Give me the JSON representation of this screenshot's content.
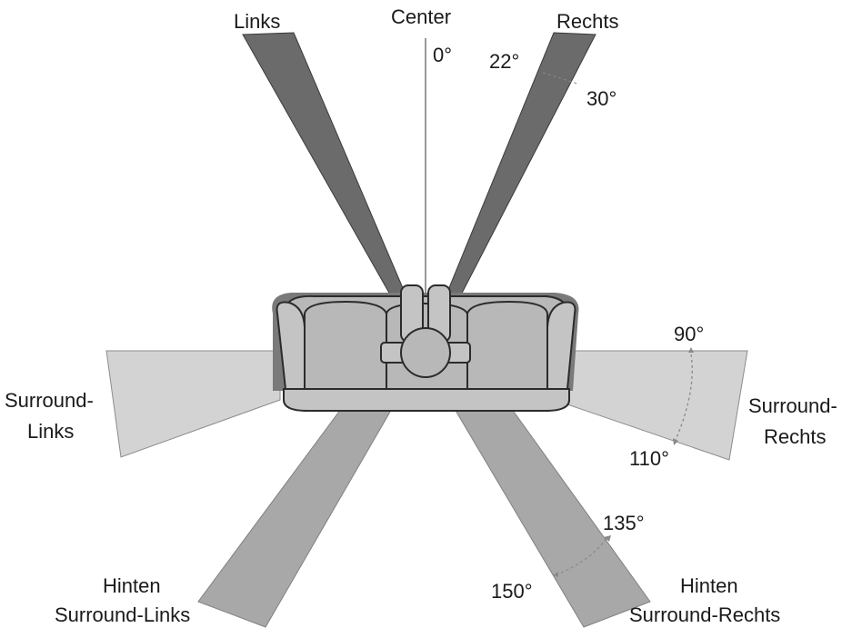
{
  "labels": {
    "links": "Links",
    "center": "Center",
    "rechts": "Rechts",
    "surround_links_1": "Surround-",
    "surround_links_2": "Links",
    "surround_rechts_1": "Surround-",
    "surround_rechts_2": "Rechts",
    "hinten_links_1": "Hinten",
    "hinten_links_2": "Surround-Links",
    "hinten_rechts_1": "Hinten",
    "hinten_rechts_2": "Surround-Rechts"
  },
  "angles": {
    "a0": "0°",
    "a22": "22°",
    "a30": "30°",
    "a90": "90°",
    "a110": "110°",
    "a135": "135°",
    "a150": "150°"
  },
  "colors": {
    "front_beam": "#6b6b6b",
    "side_beam": "#d3d3d3",
    "rear_beam": "#a8a8a8",
    "sofa": "#b8b8b8"
  }
}
